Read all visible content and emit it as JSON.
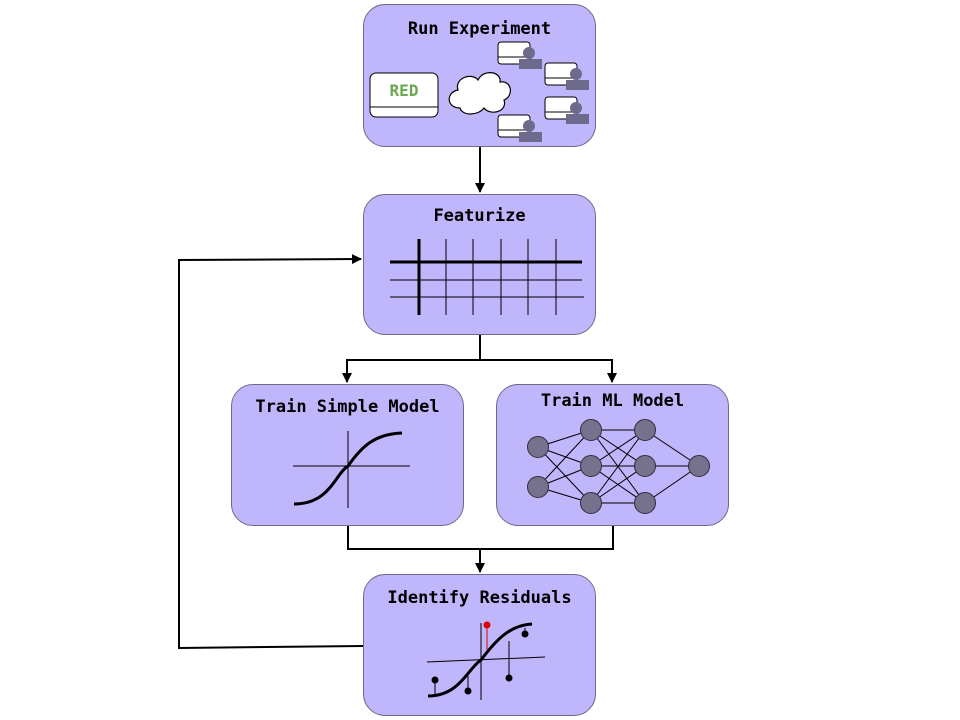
{
  "nodes": {
    "run_experiment": {
      "title": "Run Experiment",
      "device_label": "RED"
    },
    "featurize": {
      "title": "Featurize"
    },
    "train_simple": {
      "title": "Train Simple Model"
    },
    "train_ml": {
      "title": "Train ML Model"
    },
    "identify_residuals": {
      "title": "Identify Residuals"
    }
  },
  "colors": {
    "box_fill": "#c0b6fb",
    "box_stroke": "#6e6a86",
    "neuron": "#76728d",
    "person": "#6e6a8c",
    "device_text": "#6aa84f",
    "residual_highlight": "#e00000"
  },
  "edges": [
    {
      "from": "run_experiment",
      "to": "featurize"
    },
    {
      "from": "featurize",
      "to": "train_simple"
    },
    {
      "from": "featurize",
      "to": "train_ml"
    },
    {
      "from": "train_simple",
      "to": "identify_residuals"
    },
    {
      "from": "train_ml",
      "to": "identify_residuals"
    },
    {
      "from": "identify_residuals",
      "to": "featurize"
    }
  ]
}
